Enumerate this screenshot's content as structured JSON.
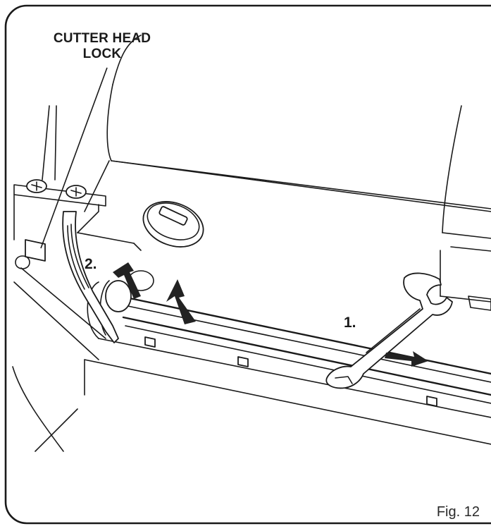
{
  "callouts": {
    "cutter_head_lock_line1": "CUTTER HEAD",
    "cutter_head_lock_line2": "LOCK",
    "step_1": "1.",
    "step_2": "2."
  },
  "caption": "Fig. 12",
  "colors": {
    "line": "#1a1a1a",
    "arrow": "#222222",
    "background": "#ffffff"
  }
}
